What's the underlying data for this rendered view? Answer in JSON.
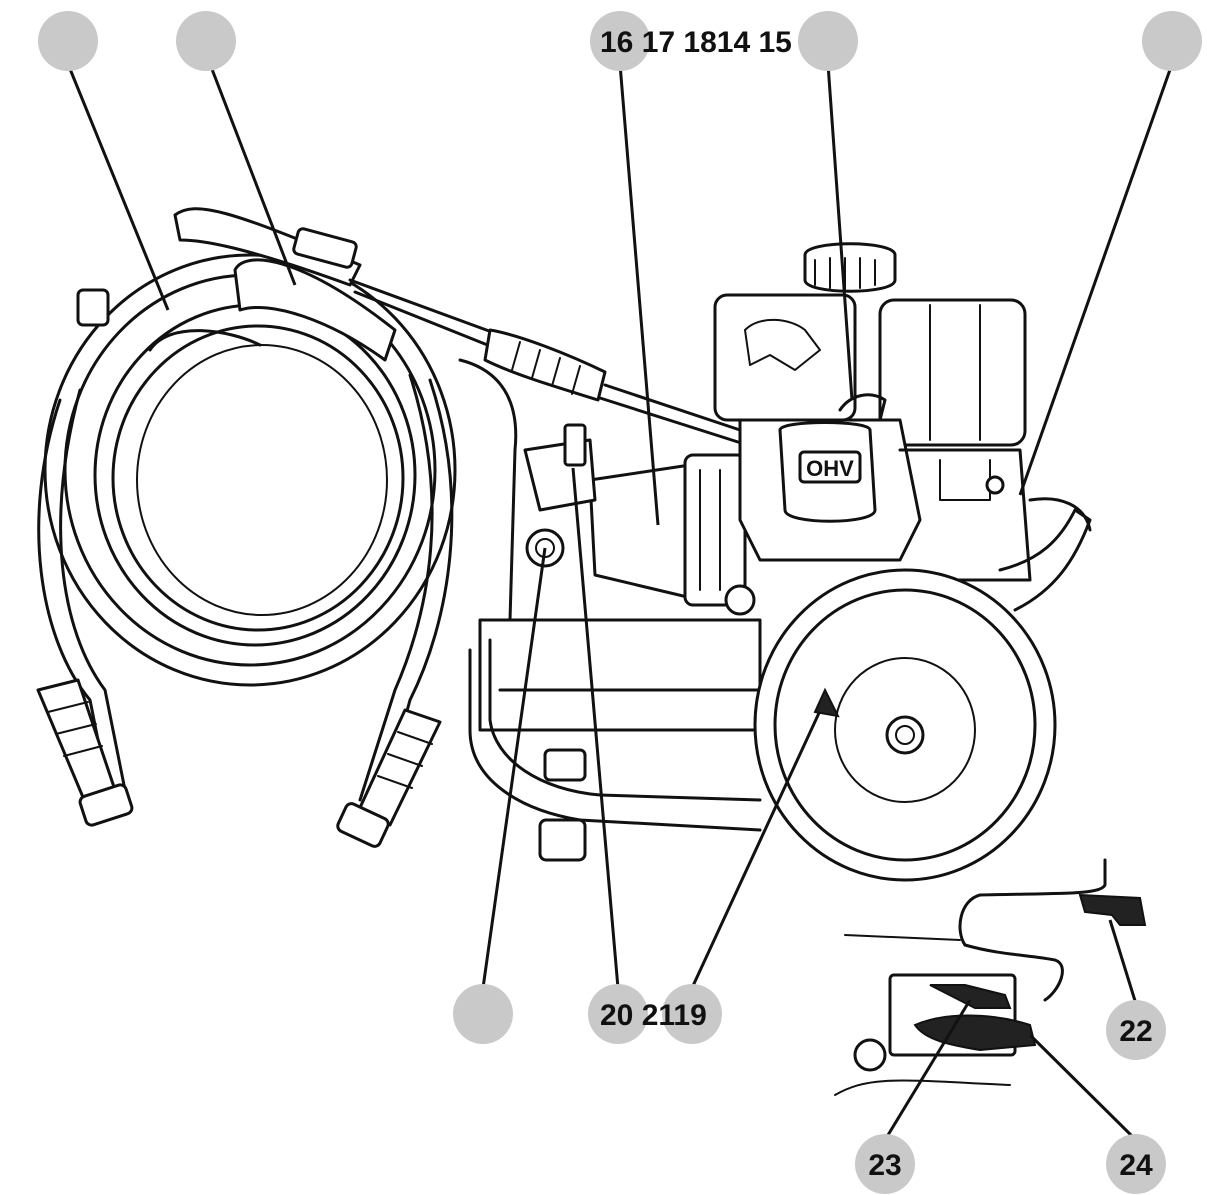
{
  "callouts": [
    {
      "id": "c1",
      "label": ""
    },
    {
      "id": "c2",
      "label": ""
    },
    {
      "id": "c3",
      "label": "16 17 1814 15"
    },
    {
      "id": "c4",
      "label": ""
    },
    {
      "id": "c5",
      "label": ""
    },
    {
      "id": "c6",
      "label": ""
    },
    {
      "id": "c7",
      "label": "20 2119"
    },
    {
      "id": "c8",
      "label": "22"
    },
    {
      "id": "c9",
      "label": "23"
    },
    {
      "id": "c10",
      "label": "24"
    }
  ],
  "engine_badge": "OHV",
  "colors": {
    "callout_fill": "#c9c9c9",
    "ink": "#111111",
    "background": "#ffffff"
  }
}
